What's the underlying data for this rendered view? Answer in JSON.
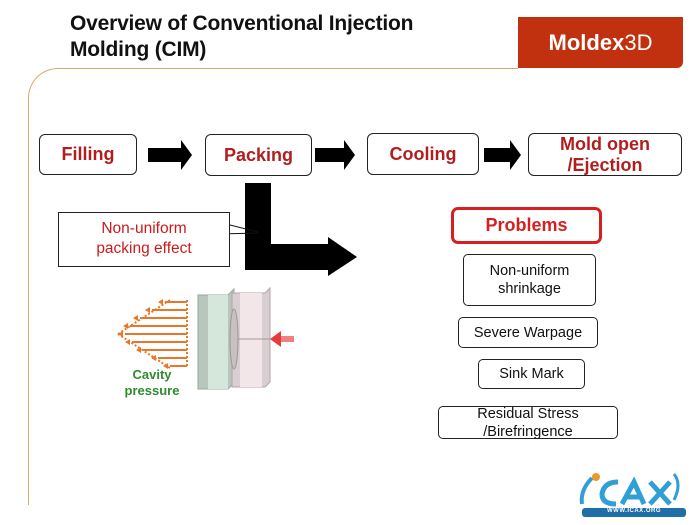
{
  "header": {
    "title_line1": "Overview of Conventional Injection",
    "title_line2": "Molding (CIM)",
    "logo_main": "Moldex",
    "logo_suffix": "3D",
    "logo_color": "#c2310f"
  },
  "process_steps": [
    {
      "label": "Filling"
    },
    {
      "label": "Packing"
    },
    {
      "label": "Cooling"
    },
    {
      "label_line1": "Mold open",
      "label_line2": "/Ejection"
    }
  ],
  "callout": {
    "line1": "Non-uniform",
    "line2": "packing effect"
  },
  "problems": {
    "heading": "Problems",
    "items": [
      {
        "line1": "Non-uniform",
        "line2": "shrinkage"
      },
      {
        "line1": "Severe Warpage"
      },
      {
        "line1": "Sink Mark"
      },
      {
        "line1": "Residual Stress",
        "line2": "/Birefringence"
      }
    ]
  },
  "illustration": {
    "label_line1": "Cavity",
    "label_line2": "pressure"
  },
  "footer_logo": {
    "text": "ICAX",
    "url_text": "WWW.ICAX.ORG"
  },
  "colors": {
    "step_text": "#b21e1e",
    "problems_accent": "#d71f1f",
    "frame_line": "#d8a968",
    "pressure_arrows": "#e8772a",
    "cavity_label": "#2e8b2e"
  }
}
